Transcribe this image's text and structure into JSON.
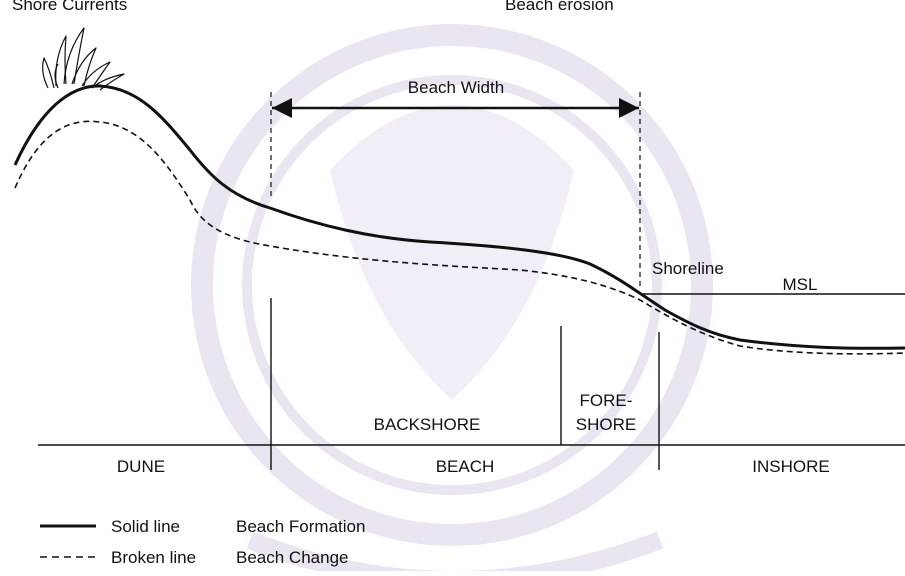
{
  "top_cut_text": {
    "left": "Shore Currents",
    "right": "Beach erosion"
  },
  "dimension": {
    "label": "Beach Width"
  },
  "levels": {
    "shoreline": "Shoreline",
    "msl": "MSL"
  },
  "upper_zones": {
    "backshore": "BACKSHORE",
    "foreshore_line1": "FORE-",
    "foreshore_line2": "SHORE"
  },
  "lower_zones": {
    "dune": "DUNE",
    "beach": "BEACH",
    "inshore": "INSHORE"
  },
  "legend": [
    {
      "style": "Solid line",
      "meaning": "Beach Formation"
    },
    {
      "style": "Broken line",
      "meaning": "Beach Change"
    }
  ],
  "colors": {
    "line": "#111111",
    "watermark": "#ebe4f2"
  }
}
